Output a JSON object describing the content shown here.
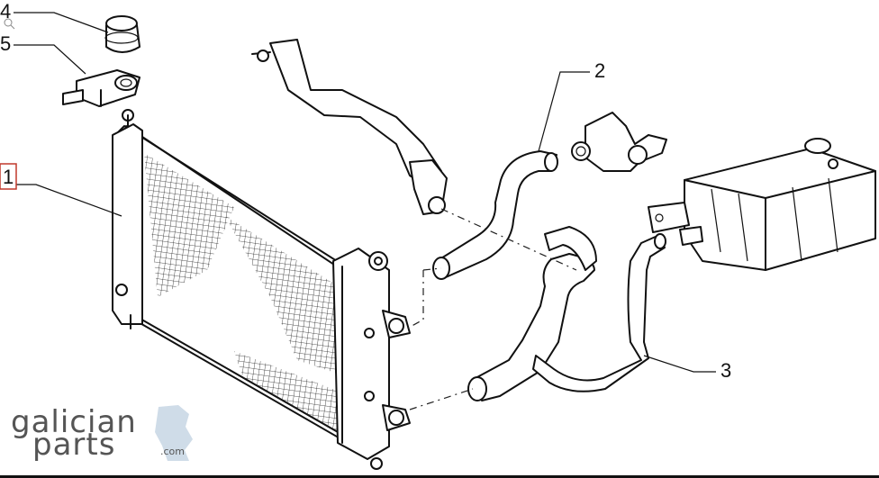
{
  "callouts": [
    {
      "id": "1",
      "label": "1"
    },
    {
      "id": "2",
      "label": "2"
    },
    {
      "id": "3",
      "label": "3"
    },
    {
      "id": "4",
      "label": "4"
    },
    {
      "id": "5",
      "label": "5"
    }
  ],
  "logo": {
    "line1": "galician",
    "line2": "parts",
    "suffix": ".com"
  },
  "colors": {
    "stroke": "#111111",
    "logo_text": "#555555",
    "logo_map": "#cfdce8",
    "highlight_box": "#c0392b"
  }
}
